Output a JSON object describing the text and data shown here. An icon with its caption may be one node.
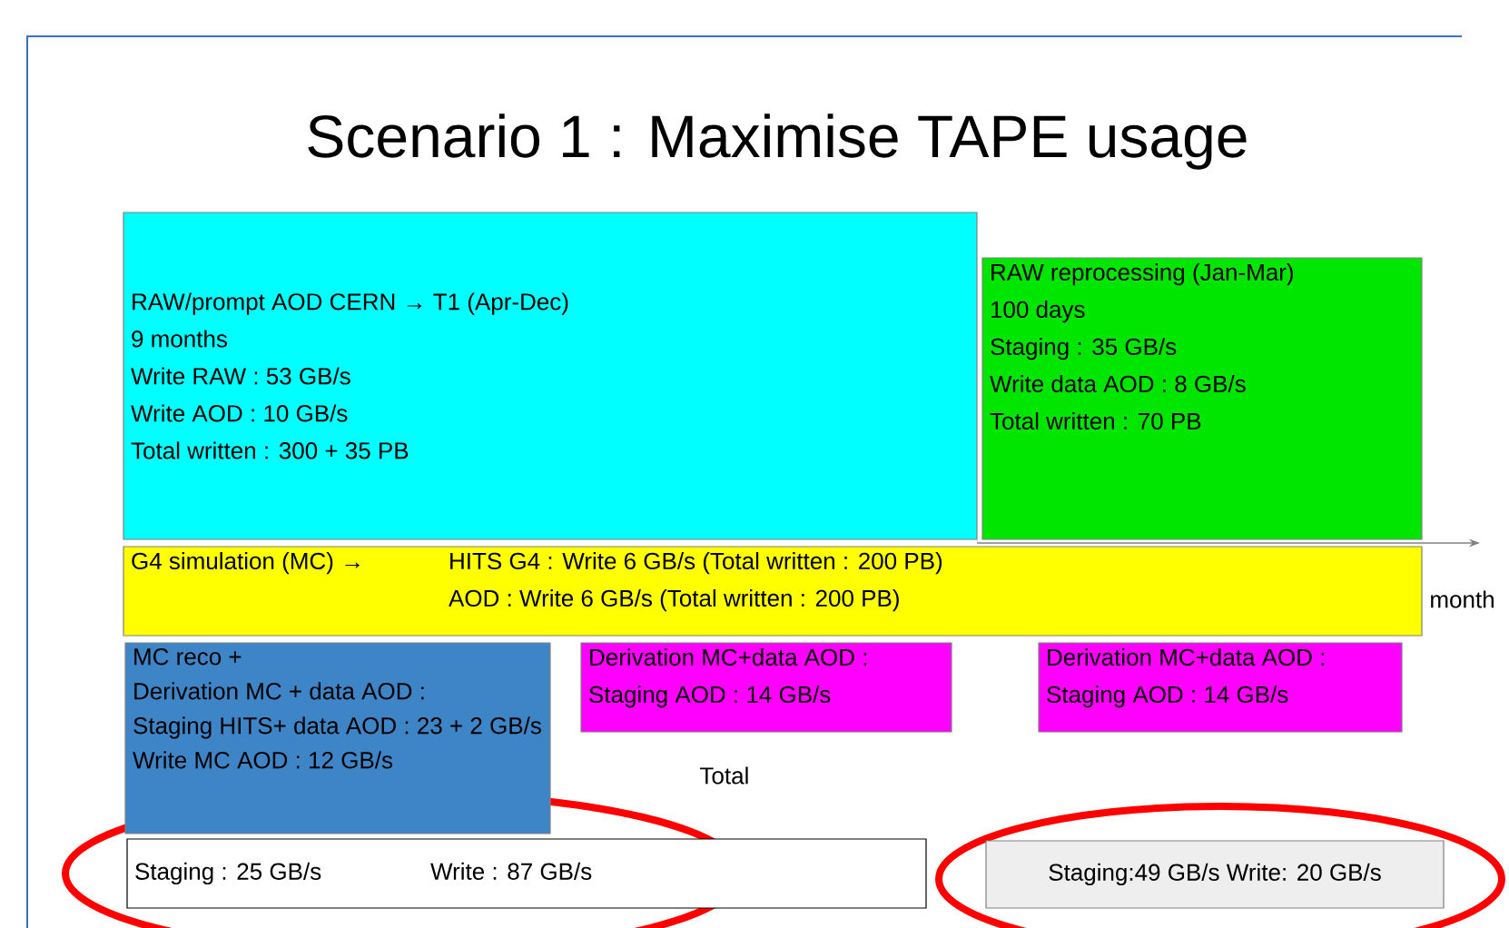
{
  "diagram": {
    "title": "Scenario 1 : Maximise TAPE usage",
    "nodes": [
      {
        "text": [
          "RAW/prompt AOD  CERN → T1 (Apr-Dec)",
          "9 months",
          "Write RAW : 53 GB/s",
          "Write AOD : 10 GB/s",
          "Total written : 300 + 35 PB"
        ]
      },
      {
        "text": [
          "RAW reprocessing (Jan-Mar)",
          "100 days",
          "Staging : 35 GB/s",
          "Write data AOD :  8 GB/s",
          "Total written : 70 PB"
        ]
      },
      {
        "text": [
          "G4 simulation (MC) →",
          "HITS G4 : Write 6 GB/s (Total written : 200 PB)",
          "AOD : Write 6 GB/s (Total written : 200 PB)"
        ]
      },
      {
        "text": [
          "MC reco +",
          "Derivation MC + data AOD :",
          "Staging HITS+ data AOD  : 23 + 2 GB/s",
          "Write MC AOD : 12 GB/s"
        ]
      },
      {
        "text": [
          "Derivation MC+data AOD :",
          "Staging AOD : 14 GB/s"
        ]
      },
      {
        "text": [
          "Derivation MC+data AOD :",
          "Staging AOD : 14 GB/s"
        ]
      },
      {
        "text": [
          "Staging : 25 GB/s",
          "Write : 87 GB/s"
        ]
      },
      {
        "text": [
          "Staging:49 GB/s  Write: 20 GB/s"
        ]
      }
    ],
    "labels": [
      "month",
      "Total"
    ]
  }
}
